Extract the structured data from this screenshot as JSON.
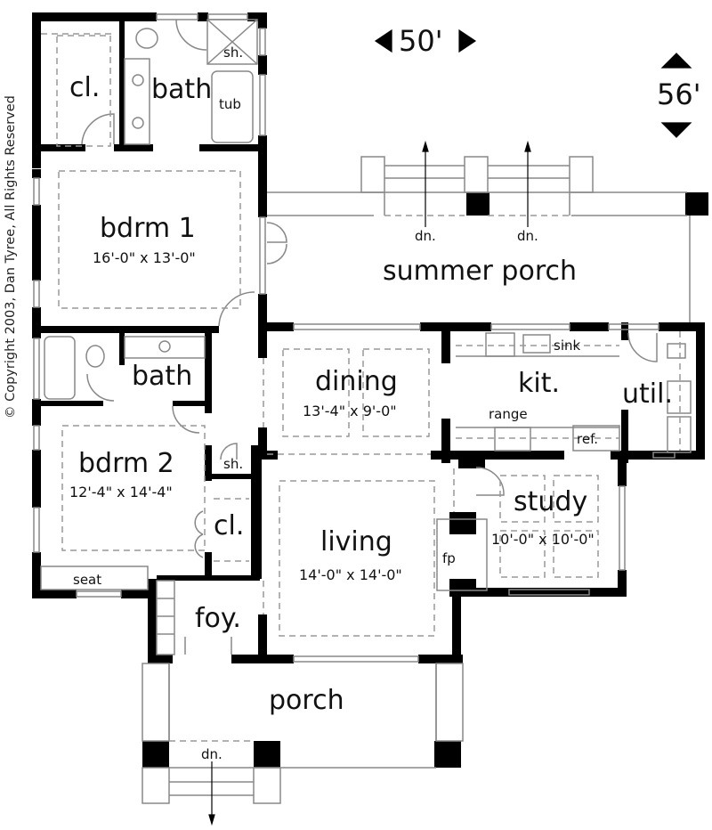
{
  "plan": {
    "copyright": "© Copyright 2003, Dan Tyree, All Rights Reserved",
    "overall_width": "50'",
    "overall_depth": "56'",
    "rooms": {
      "closet1": {
        "name": "cl."
      },
      "bath1": {
        "name": "bath",
        "fixtures": {
          "tub": "tub",
          "shower": "sh."
        }
      },
      "bdrm1": {
        "name": "bdrm 1",
        "size": "16'-0\" x 13'-0\""
      },
      "summer_porch": {
        "name": "summer porch",
        "stairs": [
          "dn.",
          "dn."
        ]
      },
      "bath2": {
        "name": "bath"
      },
      "dining": {
        "name": "dining",
        "size": "13'-4\" x 9'-0\""
      },
      "kitchen": {
        "name": "kit.",
        "fixtures": {
          "sink": "sink",
          "range": "range",
          "ref": "ref."
        }
      },
      "utility": {
        "name": "util."
      },
      "bdrm2": {
        "name": "bdrm 2",
        "size": "12'-4\" x 14'-4\""
      },
      "shower2": {
        "name": "sh."
      },
      "closet2": {
        "name": "cl."
      },
      "living": {
        "name": "living",
        "size": "14'-0\" x 14'-0\""
      },
      "fireplace": {
        "name": "fp"
      },
      "study": {
        "name": "study",
        "size": "10'-0\" x 10'-0\""
      },
      "seat": {
        "name": "seat"
      },
      "foyer": {
        "name": "foy."
      },
      "porch": {
        "name": "porch",
        "stairs": "dn."
      }
    }
  }
}
